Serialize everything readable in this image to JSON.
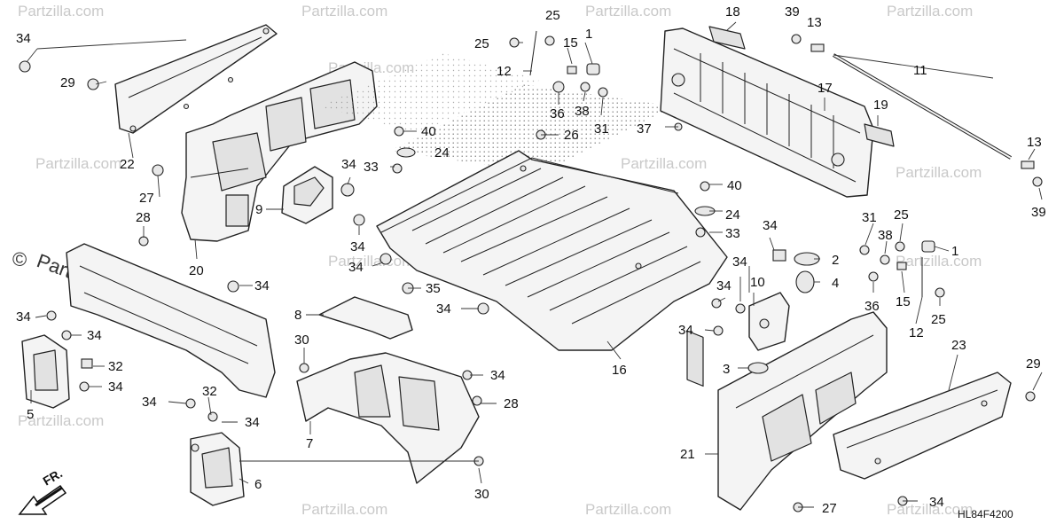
{
  "diagram_code": "HL84F4200",
  "direction_label": "FR.",
  "watermark_text": "Partzilla.com",
  "copyright_mark": "©",
  "watermark_brand": "Partzilla.com",
  "callouts": {
    "c1a": "1",
    "c25a": "25",
    "c15a": "15",
    "c12a": "12",
    "c25b": "25",
    "c36a": "36",
    "c38a": "38",
    "c31a": "31",
    "c18": "18",
    "c39a": "39",
    "c13a": "13",
    "c11": "11",
    "c17": "17",
    "c19": "19",
    "c37": "37",
    "c13b": "13",
    "c39b": "39",
    "c34a": "34",
    "c29a": "29",
    "c22": "22",
    "c27a": "27",
    "c28a": "28",
    "c20": "20",
    "c40a": "40",
    "c24a": "24",
    "c26": "26",
    "c33a": "33",
    "c34b": "34",
    "c9": "9",
    "c34c": "34",
    "c40b": "40",
    "c24b": "24",
    "c33b": "33",
    "c31b": "31",
    "c25c": "25",
    "c38b": "38",
    "c1b": "1",
    "c36b": "36",
    "c15b": "15",
    "c25d": "25",
    "c12b": "12",
    "c34d": "34",
    "c2": "2",
    "c34e": "34",
    "c4": "4",
    "c10": "10",
    "c34f": "34",
    "c34g": "34",
    "c3": "3",
    "c16": "16",
    "c35": "35",
    "c34h": "34",
    "c8": "8",
    "c34i": "34",
    "c34j": "34",
    "c34k": "34",
    "c34l": "34",
    "c34m": "34",
    "c32a": "32",
    "c34n": "34",
    "c5": "5",
    "c30a": "30",
    "c34o": "34",
    "c28b": "28",
    "c7": "7",
    "c30b": "30",
    "c34p": "34",
    "c32b": "32",
    "c34q": "34",
    "c6": "6",
    "c23": "23",
    "c29b": "29",
    "c21": "21",
    "c27b": "27",
    "c34r": "34"
  },
  "colors": {
    "line": "#222222",
    "part_fill": "#f4f4f4",
    "watermark": "#c9c9c9"
  },
  "icons": [
    "fr-direction-arrow-icon"
  ]
}
